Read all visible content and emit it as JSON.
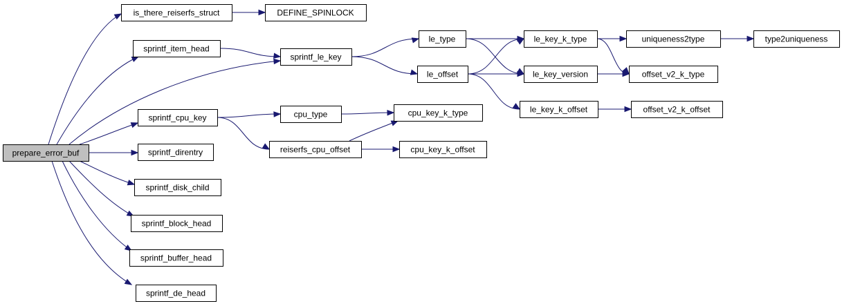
{
  "colors": {
    "edge": "#191970",
    "root_fill": "#bfbfbf",
    "node_fill": "#ffffff",
    "node_border": "#000000"
  },
  "nodes": [
    {
      "id": "prepare_error_buf",
      "label": "prepare_error_buf",
      "root": true
    },
    {
      "id": "is_there_reiserfs_struct",
      "label": "is_there_reiserfs_struct"
    },
    {
      "id": "DEFINE_SPINLOCK",
      "label": "DEFINE_SPINLOCK"
    },
    {
      "id": "sprintf_item_head",
      "label": "sprintf_item_head"
    },
    {
      "id": "sprintf_le_key",
      "label": "sprintf_le_key"
    },
    {
      "id": "le_type",
      "label": "le_type"
    },
    {
      "id": "le_key_k_type",
      "label": "le_key_k_type"
    },
    {
      "id": "uniqueness2type",
      "label": "uniqueness2type"
    },
    {
      "id": "type2uniqueness",
      "label": "type2uniqueness"
    },
    {
      "id": "le_offset",
      "label": "le_offset"
    },
    {
      "id": "le_key_version",
      "label": "le_key_version"
    },
    {
      "id": "offset_v2_k_type",
      "label": "offset_v2_k_type"
    },
    {
      "id": "le_key_k_offset",
      "label": "le_key_k_offset"
    },
    {
      "id": "offset_v2_k_offset",
      "label": "offset_v2_k_offset"
    },
    {
      "id": "sprintf_cpu_key",
      "label": "sprintf_cpu_key"
    },
    {
      "id": "cpu_type",
      "label": "cpu_type"
    },
    {
      "id": "cpu_key_k_type",
      "label": "cpu_key_k_type"
    },
    {
      "id": "reiserfs_cpu_offset",
      "label": "reiserfs_cpu_offset"
    },
    {
      "id": "cpu_key_k_offset",
      "label": "cpu_key_k_offset"
    },
    {
      "id": "sprintf_direntry",
      "label": "sprintf_direntry"
    },
    {
      "id": "sprintf_disk_child",
      "label": "sprintf_disk_child"
    },
    {
      "id": "sprintf_block_head",
      "label": "sprintf_block_head"
    },
    {
      "id": "sprintf_buffer_head",
      "label": "sprintf_buffer_head"
    },
    {
      "id": "sprintf_de_head",
      "label": "sprintf_de_head"
    }
  ],
  "edges": [
    {
      "from": "prepare_error_buf",
      "to": "is_there_reiserfs_struct"
    },
    {
      "from": "prepare_error_buf",
      "to": "sprintf_item_head"
    },
    {
      "from": "prepare_error_buf",
      "to": "sprintf_le_key"
    },
    {
      "from": "prepare_error_buf",
      "to": "sprintf_cpu_key"
    },
    {
      "from": "prepare_error_buf",
      "to": "sprintf_direntry"
    },
    {
      "from": "prepare_error_buf",
      "to": "sprintf_disk_child"
    },
    {
      "from": "prepare_error_buf",
      "to": "sprintf_block_head"
    },
    {
      "from": "prepare_error_buf",
      "to": "sprintf_buffer_head"
    },
    {
      "from": "prepare_error_buf",
      "to": "sprintf_de_head"
    },
    {
      "from": "is_there_reiserfs_struct",
      "to": "DEFINE_SPINLOCK"
    },
    {
      "from": "sprintf_item_head",
      "to": "sprintf_le_key"
    },
    {
      "from": "sprintf_le_key",
      "to": "le_type"
    },
    {
      "from": "sprintf_le_key",
      "to": "le_offset"
    },
    {
      "from": "le_type",
      "to": "le_key_k_type"
    },
    {
      "from": "le_type",
      "to": "le_key_version"
    },
    {
      "from": "le_key_k_type",
      "to": "uniqueness2type"
    },
    {
      "from": "le_key_k_type",
      "to": "offset_v2_k_type"
    },
    {
      "from": "uniqueness2type",
      "to": "type2uniqueness"
    },
    {
      "from": "le_offset",
      "to": "le_key_k_type"
    },
    {
      "from": "le_offset",
      "to": "le_key_version"
    },
    {
      "from": "le_offset",
      "to": "le_key_k_offset"
    },
    {
      "from": "le_key_version",
      "to": "offset_v2_k_type"
    },
    {
      "from": "le_key_k_offset",
      "to": "offset_v2_k_offset"
    },
    {
      "from": "sprintf_cpu_key",
      "to": "cpu_type"
    },
    {
      "from": "sprintf_cpu_key",
      "to": "reiserfs_cpu_offset"
    },
    {
      "from": "cpu_type",
      "to": "cpu_key_k_type"
    },
    {
      "from": "reiserfs_cpu_offset",
      "to": "cpu_key_k_type"
    },
    {
      "from": "reiserfs_cpu_offset",
      "to": "cpu_key_k_offset"
    }
  ]
}
